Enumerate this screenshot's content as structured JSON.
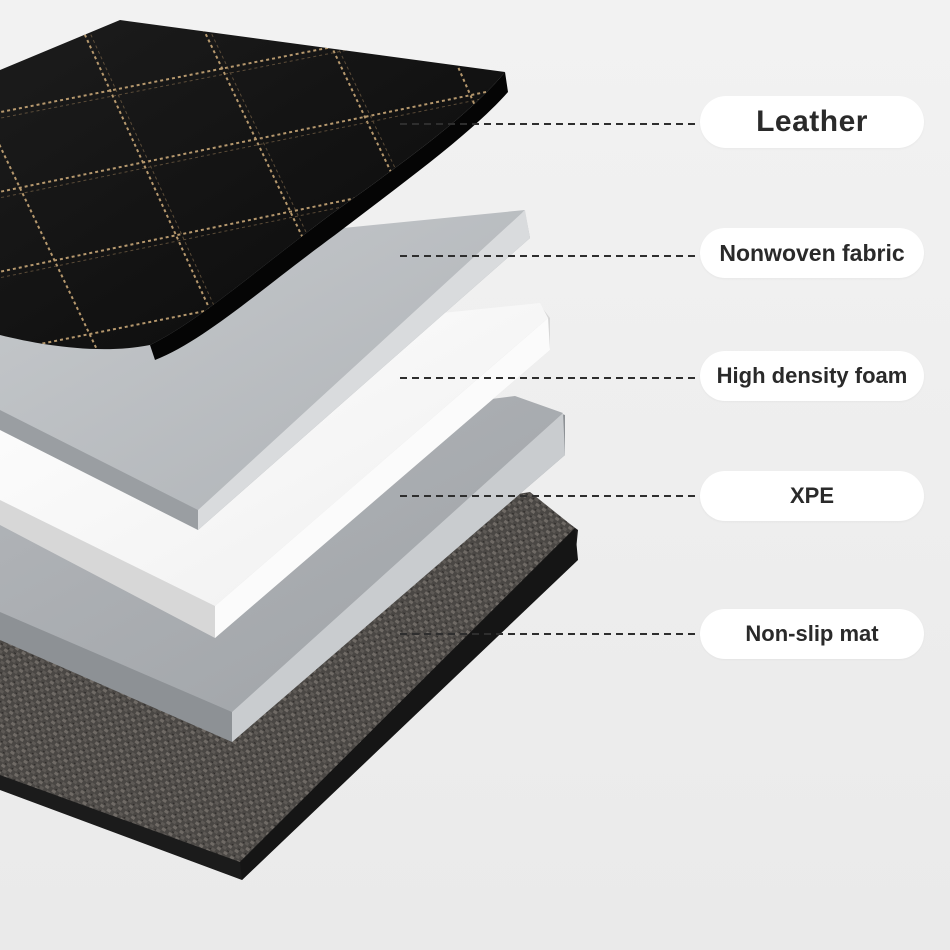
{
  "diagram": {
    "layers": [
      {
        "id": "leather",
        "label": "Leather",
        "color": "#0d0d0d",
        "stitch_color": "#c9a878"
      },
      {
        "id": "nonwoven",
        "label": "Nonwoven fabric",
        "color": "#b9bdc1"
      },
      {
        "id": "foam",
        "label": "High density foam",
        "color": "#f6f6f6"
      },
      {
        "id": "xpe",
        "label": "XPE",
        "color": "#a9adb1"
      },
      {
        "id": "mat",
        "label": "Non-slip mat",
        "color": "#4a4744"
      }
    ],
    "background_color": "#ececec",
    "leader_line_style": "dashed",
    "leader_line_color": "#2e2e2e"
  }
}
